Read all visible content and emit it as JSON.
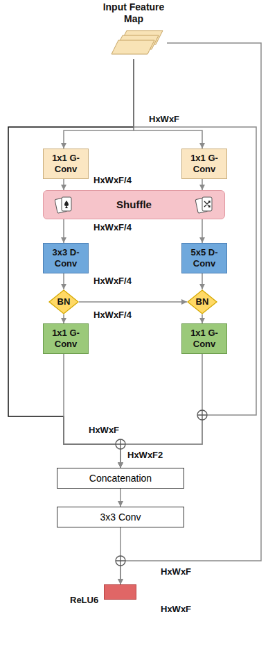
{
  "diagram": {
    "nodes": [
      {
        "text": [
          "Input Feature Map"
        ]
      },
      {
        "text": [
          "1x1 G-Conv"
        ]
      },
      {
        "text": [
          "1x1 G-Conv"
        ]
      },
      {
        "text": [
          "Shuffle"
        ]
      },
      {
        "text": [
          "3x3 D-Conv"
        ]
      },
      {
        "text": [
          "5x5 D-Conv"
        ]
      },
      {
        "text": [
          "BN"
        ]
      },
      {
        "text": [
          "BN"
        ]
      },
      {
        "text": [
          "1x1 G-Conv"
        ]
      },
      {
        "text": [
          "1x1 G-Conv"
        ]
      },
      {
        "text": [
          "Concatenation"
        ]
      },
      {
        "text": [
          "3x3 Conv"
        ]
      },
      {
        "text": [
          "ReLU6"
        ]
      }
    ],
    "edges": [
      {
        "from": 0,
        "to": 1,
        "arrow": "to"
      },
      {
        "from": 0,
        "to": 2,
        "arrow": "to"
      },
      {
        "from": 0,
        "to": 10,
        "arrow": "to"
      },
      {
        "from": 0,
        "to": 10,
        "arrow": "to"
      },
      {
        "from": 0,
        "to": 12,
        "arrow": "to"
      },
      {
        "from": 1,
        "to": 3,
        "arrow": "to"
      },
      {
        "from": 2,
        "to": 3,
        "arrow": "to"
      },
      {
        "from": 3,
        "to": 4,
        "arrow": "to"
      },
      {
        "from": 3,
        "to": 5,
        "arrow": "to"
      },
      {
        "from": 4,
        "to": 6,
        "arrow": "to"
      },
      {
        "from": 5,
        "to": 7,
        "arrow": "to"
      },
      {
        "from": 6,
        "to": 7,
        "arrow": "to"
      },
      {
        "from": 6,
        "to": 8,
        "arrow": "to"
      },
      {
        "from": 7,
        "to": 9,
        "arrow": "to"
      },
      {
        "from": 8,
        "to": 10,
        "arrow": "to"
      },
      {
        "from": 9,
        "to": 10,
        "arrow": "to"
      },
      {
        "from": 10,
        "to": 11,
        "arrow": "to"
      },
      {
        "from": 11,
        "to": 12,
        "arrow": "to"
      }
    ],
    "labels": [
      "HxWxF",
      "HxWxF/4",
      "HxWxF/4",
      "HxWxF/4",
      "HxWxF/4",
      "HxWxF",
      "HxWxF2",
      "HxWxF",
      "HxWxF"
    ]
  }
}
